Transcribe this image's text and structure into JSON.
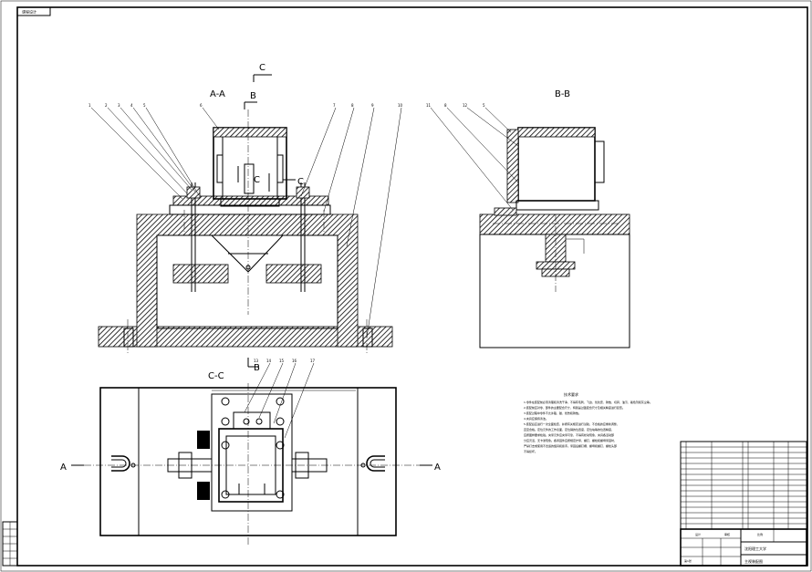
{
  "drawing": {
    "stamp_top": "课程设计",
    "section_labels": {
      "aa": "A-A",
      "bb": "B-B",
      "cc": "C-C",
      "c_top": "C",
      "b_top": "B",
      "c_mid": "C",
      "c_right": "C",
      "b_bottom": "B",
      "a_left": "A",
      "a_right": "A"
    },
    "part_numbers_left": [
      "1",
      "2",
      "3",
      "4",
      "5",
      "6",
      "7",
      "8",
      "9",
      "10"
    ],
    "part_numbers_right": [
      "11",
      "8",
      "12",
      "5"
    ],
    "part_numbers_bottom": [
      "13",
      "14",
      "15",
      "16",
      "17"
    ],
    "tech_title": "技术要求",
    "tech_lines": [
      "1.零件在装配前必须清理和清洗干净，不得有毛刺、飞边、氧化皮、锈蚀、切屑、油污、着色剂和灰尘等。",
      "2.装配前应对零、部件的主要配合尺寸，特别是过盈配合尺寸及相关精度进行复查。",
      "3.装配过程中零件不允许磕、碰、划伤和锈蚀。",
      "4.夹具应保持清洁。",
      "5.装配后应进行一次全面检查，并按有关规定进行试验，不合格的应重新调整，",
      "直至合格。定位元件的工作表面，定位销的位置度、定位块等的位置精度，",
      "应按图样要求检验。夹紧元件应夹紧可靠，不得有松动现象，夹具各活动部",
      "分应灵活，无卡滞现象。各紧固件应按规定拧紧，螺钉、螺栓和螺母紧固时，",
      "严禁打击或使用不合适的旋具和扳手。紧固后螺钉槽、螺母和螺钉、螺栓头部",
      "不得损坏。"
    ],
    "title_block": {
      "school": "沈阳理工大学",
      "drawing_name": "主视装配图",
      "label_design": "设计",
      "label_check": "审核",
      "label_ratio": "比例",
      "label_sheet": "第1张"
    }
  }
}
